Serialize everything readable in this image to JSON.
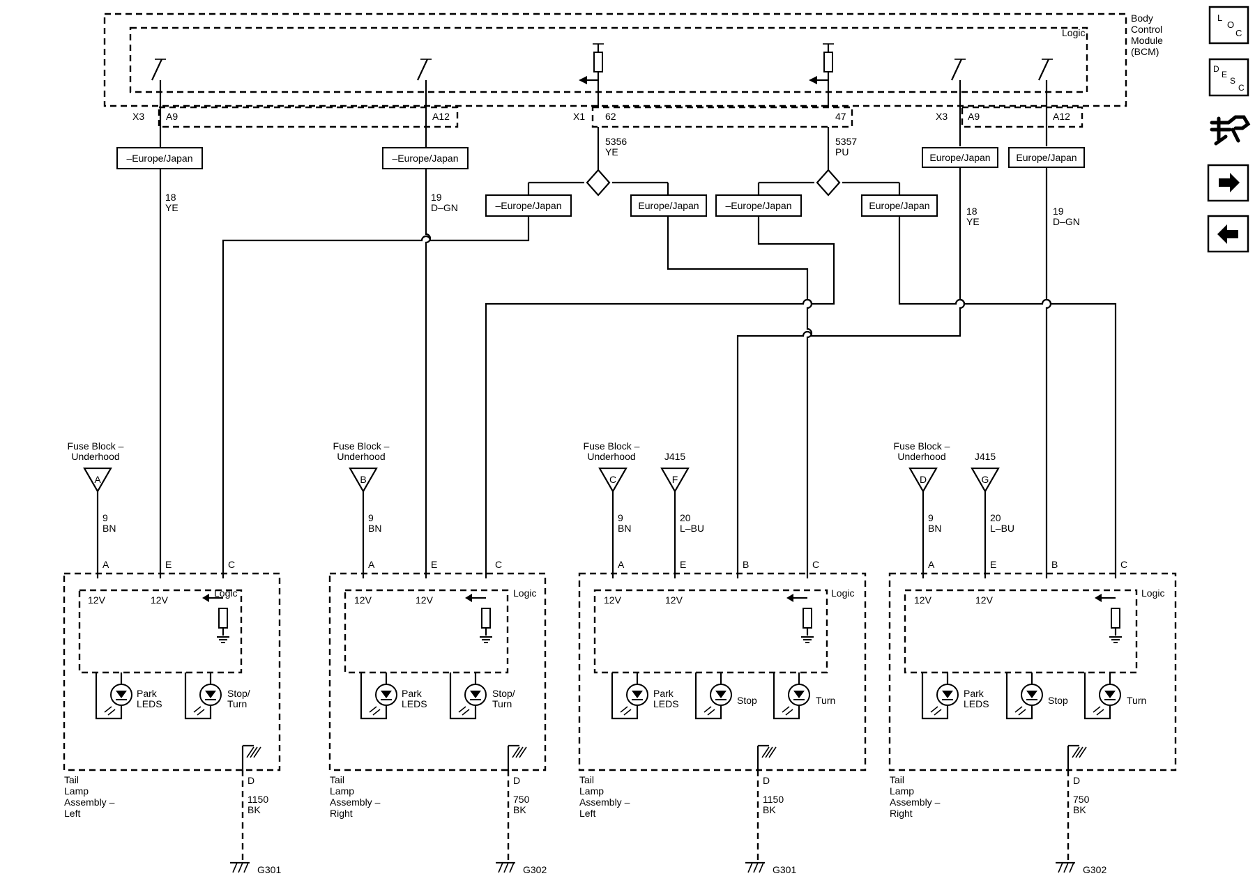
{
  "bcm": {
    "logic": "Logic",
    "name_lines": [
      "Body",
      "Control",
      "Module",
      "(BCM)"
    ],
    "pins": {
      "x3": "X3",
      "a9_l": "A9",
      "a12_l": "A12",
      "x1": "X1",
      "p62": "62",
      "p47": "47",
      "x3b": "X3",
      "a9_r": "A9",
      "a12_r": "A12"
    }
  },
  "options": {
    "not_eu": "–Europe/Japan",
    "eu": "Europe/Japan"
  },
  "wires": {
    "w5356": [
      "5356",
      "YE"
    ],
    "w5357": [
      "5357",
      "PU"
    ],
    "w18_l": [
      "18",
      "YE"
    ],
    "w19_l": [
      "19",
      "D–GN"
    ],
    "w18_r": [
      "18",
      "YE"
    ],
    "w19_r": [
      "19",
      "D–GN"
    ],
    "w9": [
      "9",
      "BN"
    ],
    "w20": [
      "20",
      "L–BU"
    ]
  },
  "sources": {
    "fuse_block": [
      "Fuse Block –",
      "Underhood"
    ],
    "j415": "J415",
    "letters": [
      "A",
      "B",
      "C",
      "F",
      "D",
      "G"
    ]
  },
  "lamps": [
    {
      "pins": [
        "A",
        "E",
        "C"
      ],
      "v": [
        "12V",
        "12V"
      ],
      "logic": "Logic",
      "leds": [
        [
          "Park",
          "LEDS"
        ],
        [
          "Stop/",
          "Turn"
        ]
      ],
      "ground_pin": "D",
      "wire": [
        "1150",
        "BK"
      ],
      "ground": "G301",
      "name": [
        "Tail",
        "Lamp",
        "Assembly –",
        "Left"
      ]
    },
    {
      "pins": [
        "A",
        "E",
        "C"
      ],
      "v": [
        "12V",
        "12V"
      ],
      "logic": "Logic",
      "leds": [
        [
          "Park",
          "LEDS"
        ],
        [
          "Stop/",
          "Turn"
        ]
      ],
      "ground_pin": "D",
      "wire": [
        "750",
        "BK"
      ],
      "ground": "G302",
      "name": [
        "Tail",
        "Lamp",
        "Assembly –",
        "Right"
      ]
    },
    {
      "pins": [
        "A",
        "E",
        "B",
        "C"
      ],
      "v": [
        "12V",
        "12V"
      ],
      "logic": "Logic",
      "leds": [
        [
          "Park",
          "LEDS"
        ],
        [
          "Stop"
        ],
        [
          "Turn"
        ]
      ],
      "ground_pin": "D",
      "wire": [
        "1150",
        "BK"
      ],
      "ground": "G301",
      "name": [
        "Tail",
        "Lamp",
        "Assembly –",
        "Left"
      ]
    },
    {
      "pins": [
        "A",
        "E",
        "B",
        "C"
      ],
      "v": [
        "12V",
        "12V"
      ],
      "logic": "Logic",
      "leds": [
        [
          "Park",
          "LEDS"
        ],
        [
          "Stop"
        ],
        [
          "Turn"
        ]
      ],
      "ground_pin": "D",
      "wire": [
        "750",
        "BK"
      ],
      "ground": "G302",
      "name": [
        "Tail",
        "Lamp",
        "Assembly –",
        "Right"
      ]
    }
  ],
  "nav": {
    "loc": [
      "L",
      "O",
      "C"
    ],
    "desc": [
      "D",
      "E",
      "S",
      "C"
    ],
    "icons": [
      "connector-wiring-icon",
      "arrow-right-icon",
      "arrow-left-icon"
    ]
  }
}
